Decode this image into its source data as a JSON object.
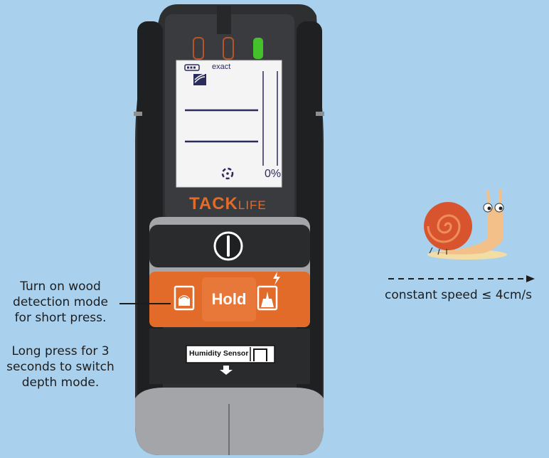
{
  "scanner": {
    "lcd": {
      "mode_text": "exact",
      "percent": "0%"
    },
    "brand": {
      "part1": "TACK",
      "part2": "LIFE"
    },
    "buttons": {
      "power_icon": "power-icon",
      "wood_icon": "wood-scan-icon",
      "hold_label": "Hold",
      "ac_icon": "ac-scan-icon",
      "humidity_label": "Humidity Sensor"
    },
    "leds": [
      "off",
      "off",
      "on-green"
    ]
  },
  "annotation": {
    "short_press_lines": [
      "Turn on wood",
      "detection mode",
      "for short press."
    ],
    "long_press_lines": [
      "Long press for 3",
      "seconds to switch",
      "depth mode."
    ]
  },
  "speed": {
    "text": "constant speed ≤ 4cm/s"
  },
  "colors": {
    "background": "#a9d1ee",
    "body_dark": "#2e2f31",
    "accent_orange": "#e26b2a",
    "grey": "#a3a5a8",
    "lcd_bg": "#f4f4f4",
    "lcd_ink": "#2b2b5c",
    "led_green": "#45c22b"
  }
}
